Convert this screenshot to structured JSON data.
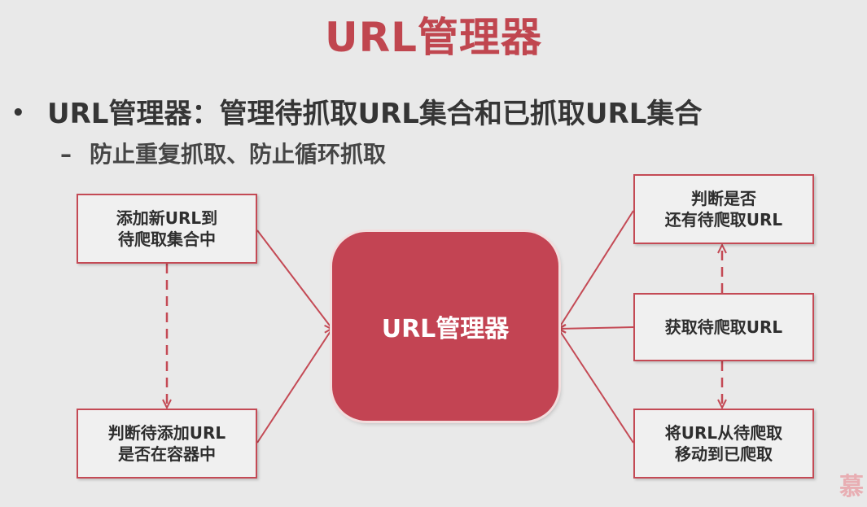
{
  "slide": {
    "title": "URL管理器",
    "bullet_marker": "•",
    "bullet_text": "URL管理器：管理待抓取URL集合和已抓取URL集合",
    "sub_marker": "–",
    "sub_text": "防止重复抓取、防止循环抓取"
  },
  "diagram": {
    "center_label": "URL管理器",
    "boxes": {
      "add_new": [
        "添加新URL到",
        "待爬取集合中"
      ],
      "check_exists": [
        "判断待添加URL",
        "是否在容器中"
      ],
      "has_pending": [
        "判断是否",
        "还有待爬取URL"
      ],
      "get_pending": [
        "获取待爬取URL"
      ],
      "move_done": [
        "将URL从待爬取",
        "移动到已爬取"
      ]
    }
  },
  "colors": {
    "accent": "#c34453",
    "border": "#c44a55",
    "background": "#e9e9e9"
  },
  "watermark": "慕"
}
